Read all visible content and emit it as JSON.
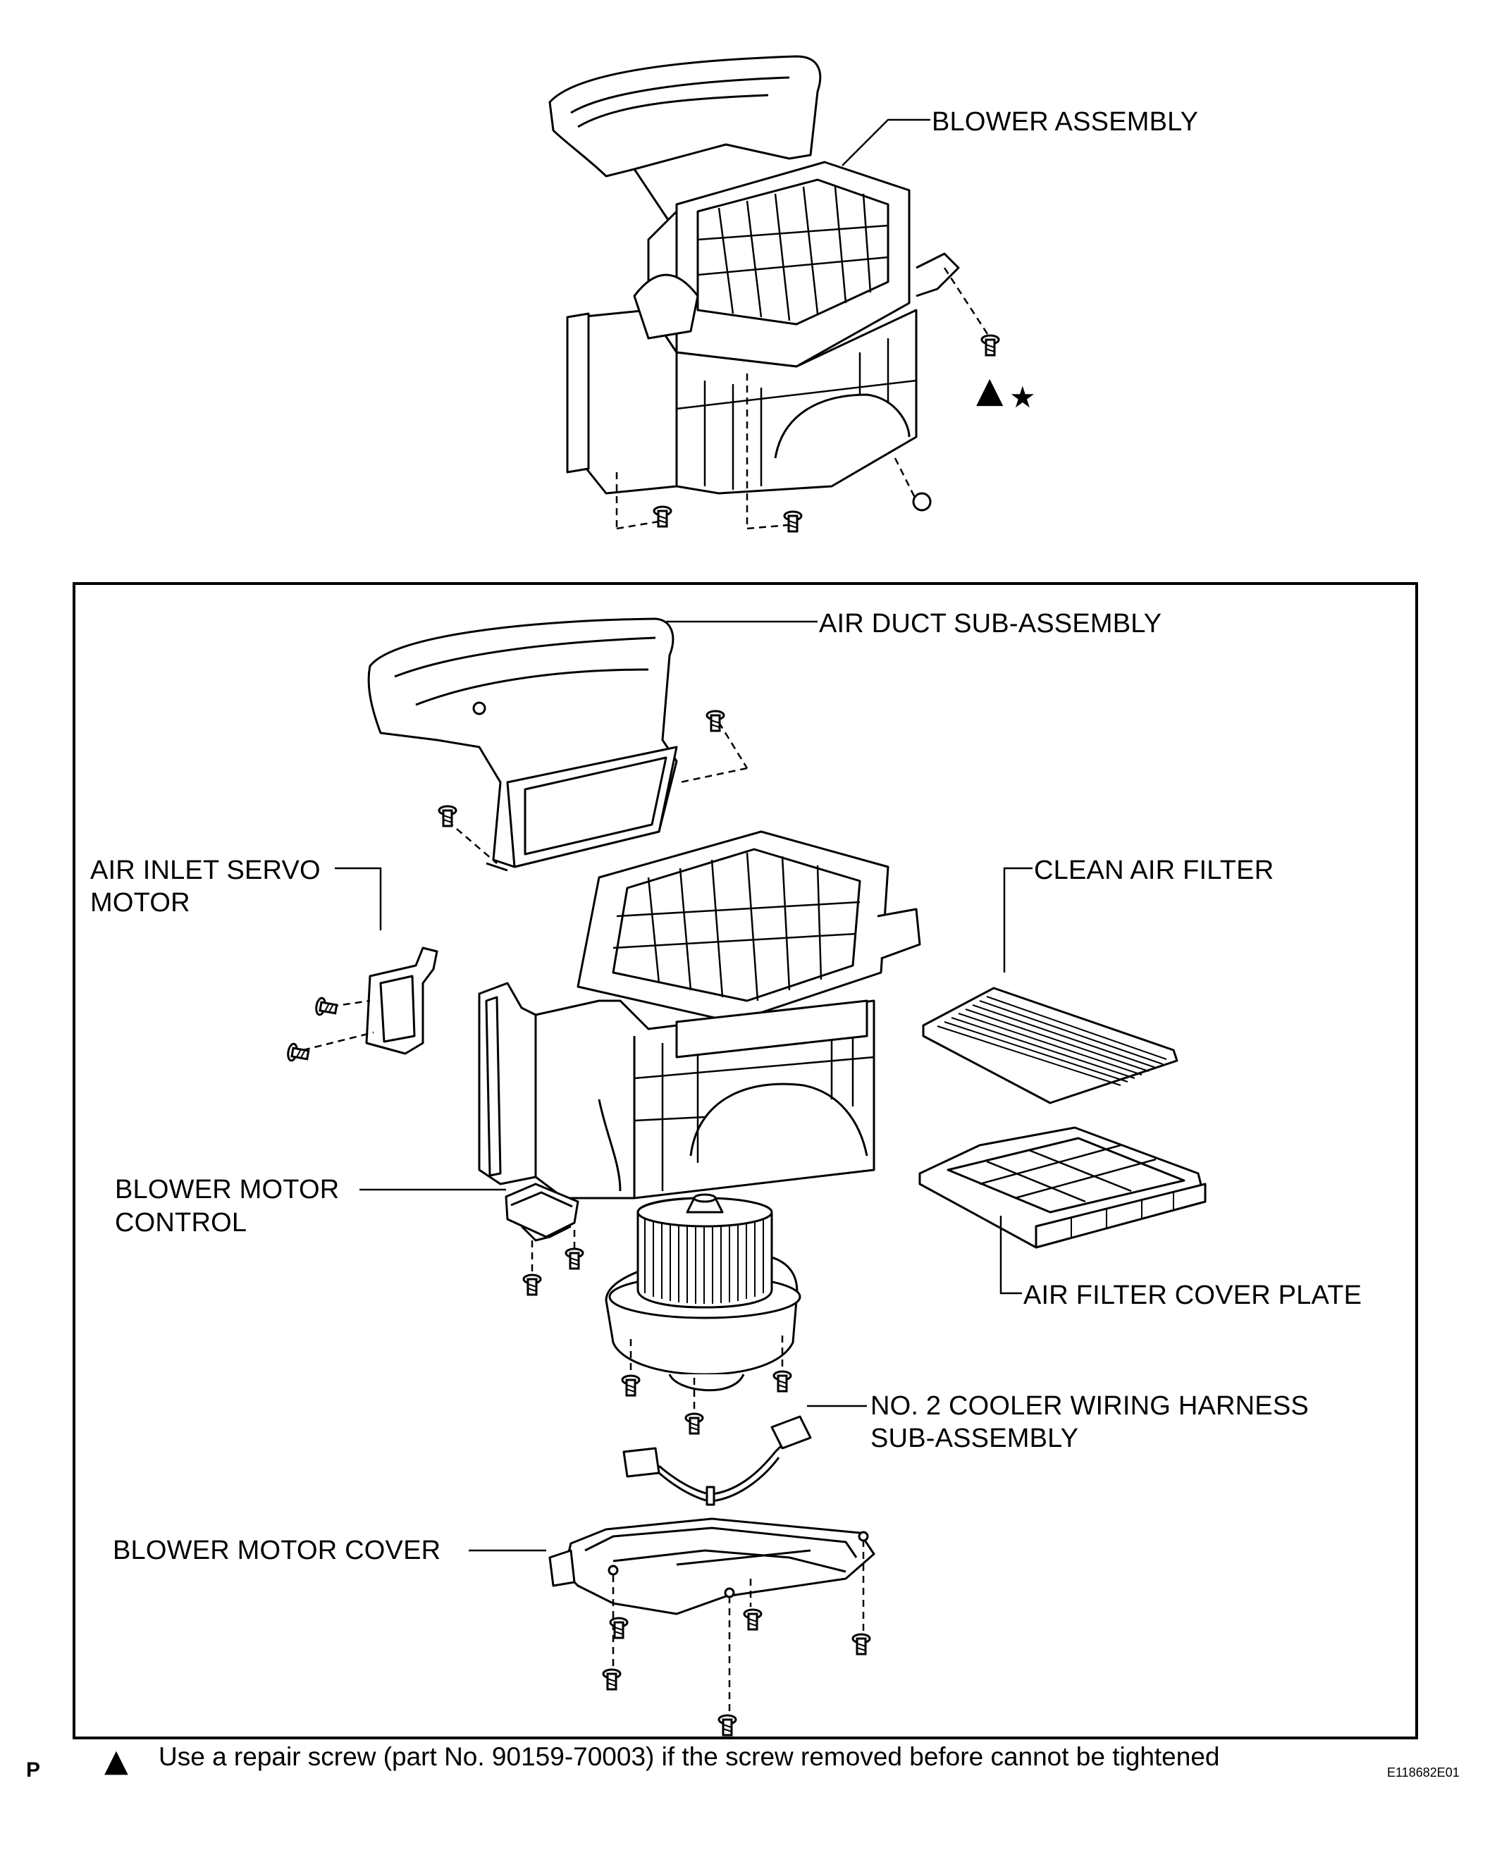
{
  "labels": {
    "blower_assembly": "BLOWER ASSEMBLY",
    "air_duct": "AIR DUCT SUB-ASSEMBLY",
    "air_inlet_servo_line1": "AIR INLET SERVO",
    "air_inlet_servo_line2": "MOTOR",
    "clean_air_filter": "CLEAN AIR FILTER",
    "blower_motor_control_line1": "BLOWER MOTOR",
    "blower_motor_control_line2": "CONTROL",
    "air_filter_cover_plate": "AIR FILTER COVER PLATE",
    "wiring_harness_line1": "NO. 2 COOLER WIRING HARNESS",
    "wiring_harness_line2": "SUB-ASSEMBLY",
    "blower_motor_cover": "BLOWER MOTOR COVER"
  },
  "note": {
    "symbol": "▲",
    "text": "Use a repair screw (part No. 90159-70003) if the screw removed before cannot be tightened"
  },
  "symbols": {
    "triangle": "▲",
    "star": "★"
  },
  "footer": {
    "left_mark": "P",
    "figure_code": "E118682E01"
  }
}
